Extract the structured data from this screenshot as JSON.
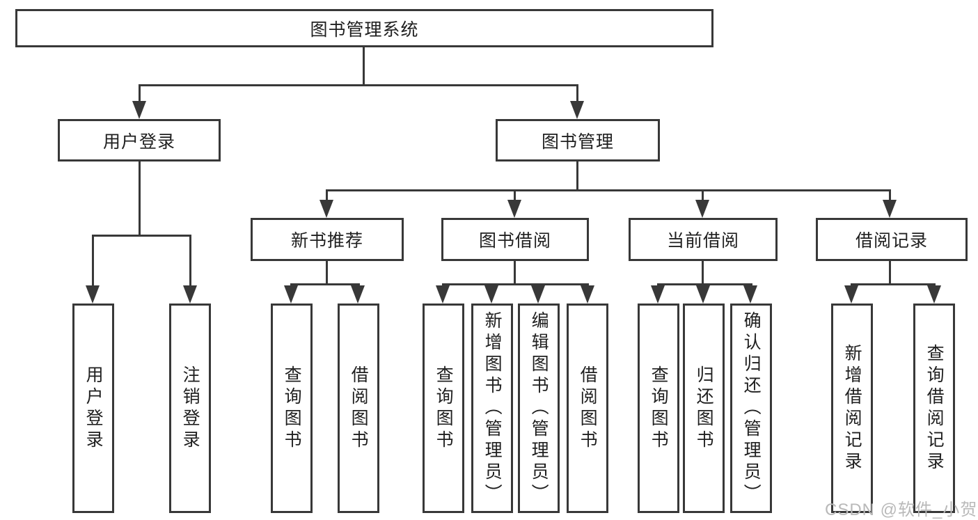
{
  "root": {
    "label": "图书管理系统"
  },
  "level2": [
    {
      "label": "用户登录"
    },
    {
      "label": "图书管理"
    }
  ],
  "level3": [
    {
      "label": "新书推荐"
    },
    {
      "label": "图书借阅"
    },
    {
      "label": "当前借阅"
    },
    {
      "label": "借阅记录"
    }
  ],
  "leaves": [
    {
      "label": "用户登录"
    },
    {
      "label": "注销登录"
    },
    {
      "label": "查询图书"
    },
    {
      "label": "借阅图书"
    },
    {
      "label": "查询图书"
    },
    {
      "label": "新增图书（管理员）"
    },
    {
      "label": "编辑图书（管理员）"
    },
    {
      "label": "借阅图书"
    },
    {
      "label": "查询图书"
    },
    {
      "label": "归还图书"
    },
    {
      "label": "确认归还（管理员）"
    },
    {
      "label": "新增借阅记录"
    },
    {
      "label": "查询借阅记录"
    }
  ],
  "watermark": {
    "text": "CSDN @软件_小贺同学"
  },
  "colors": {
    "line": "#383838",
    "text": "#1f1f1f",
    "watermark": "#b9b9b9",
    "background": "#ffffff"
  }
}
